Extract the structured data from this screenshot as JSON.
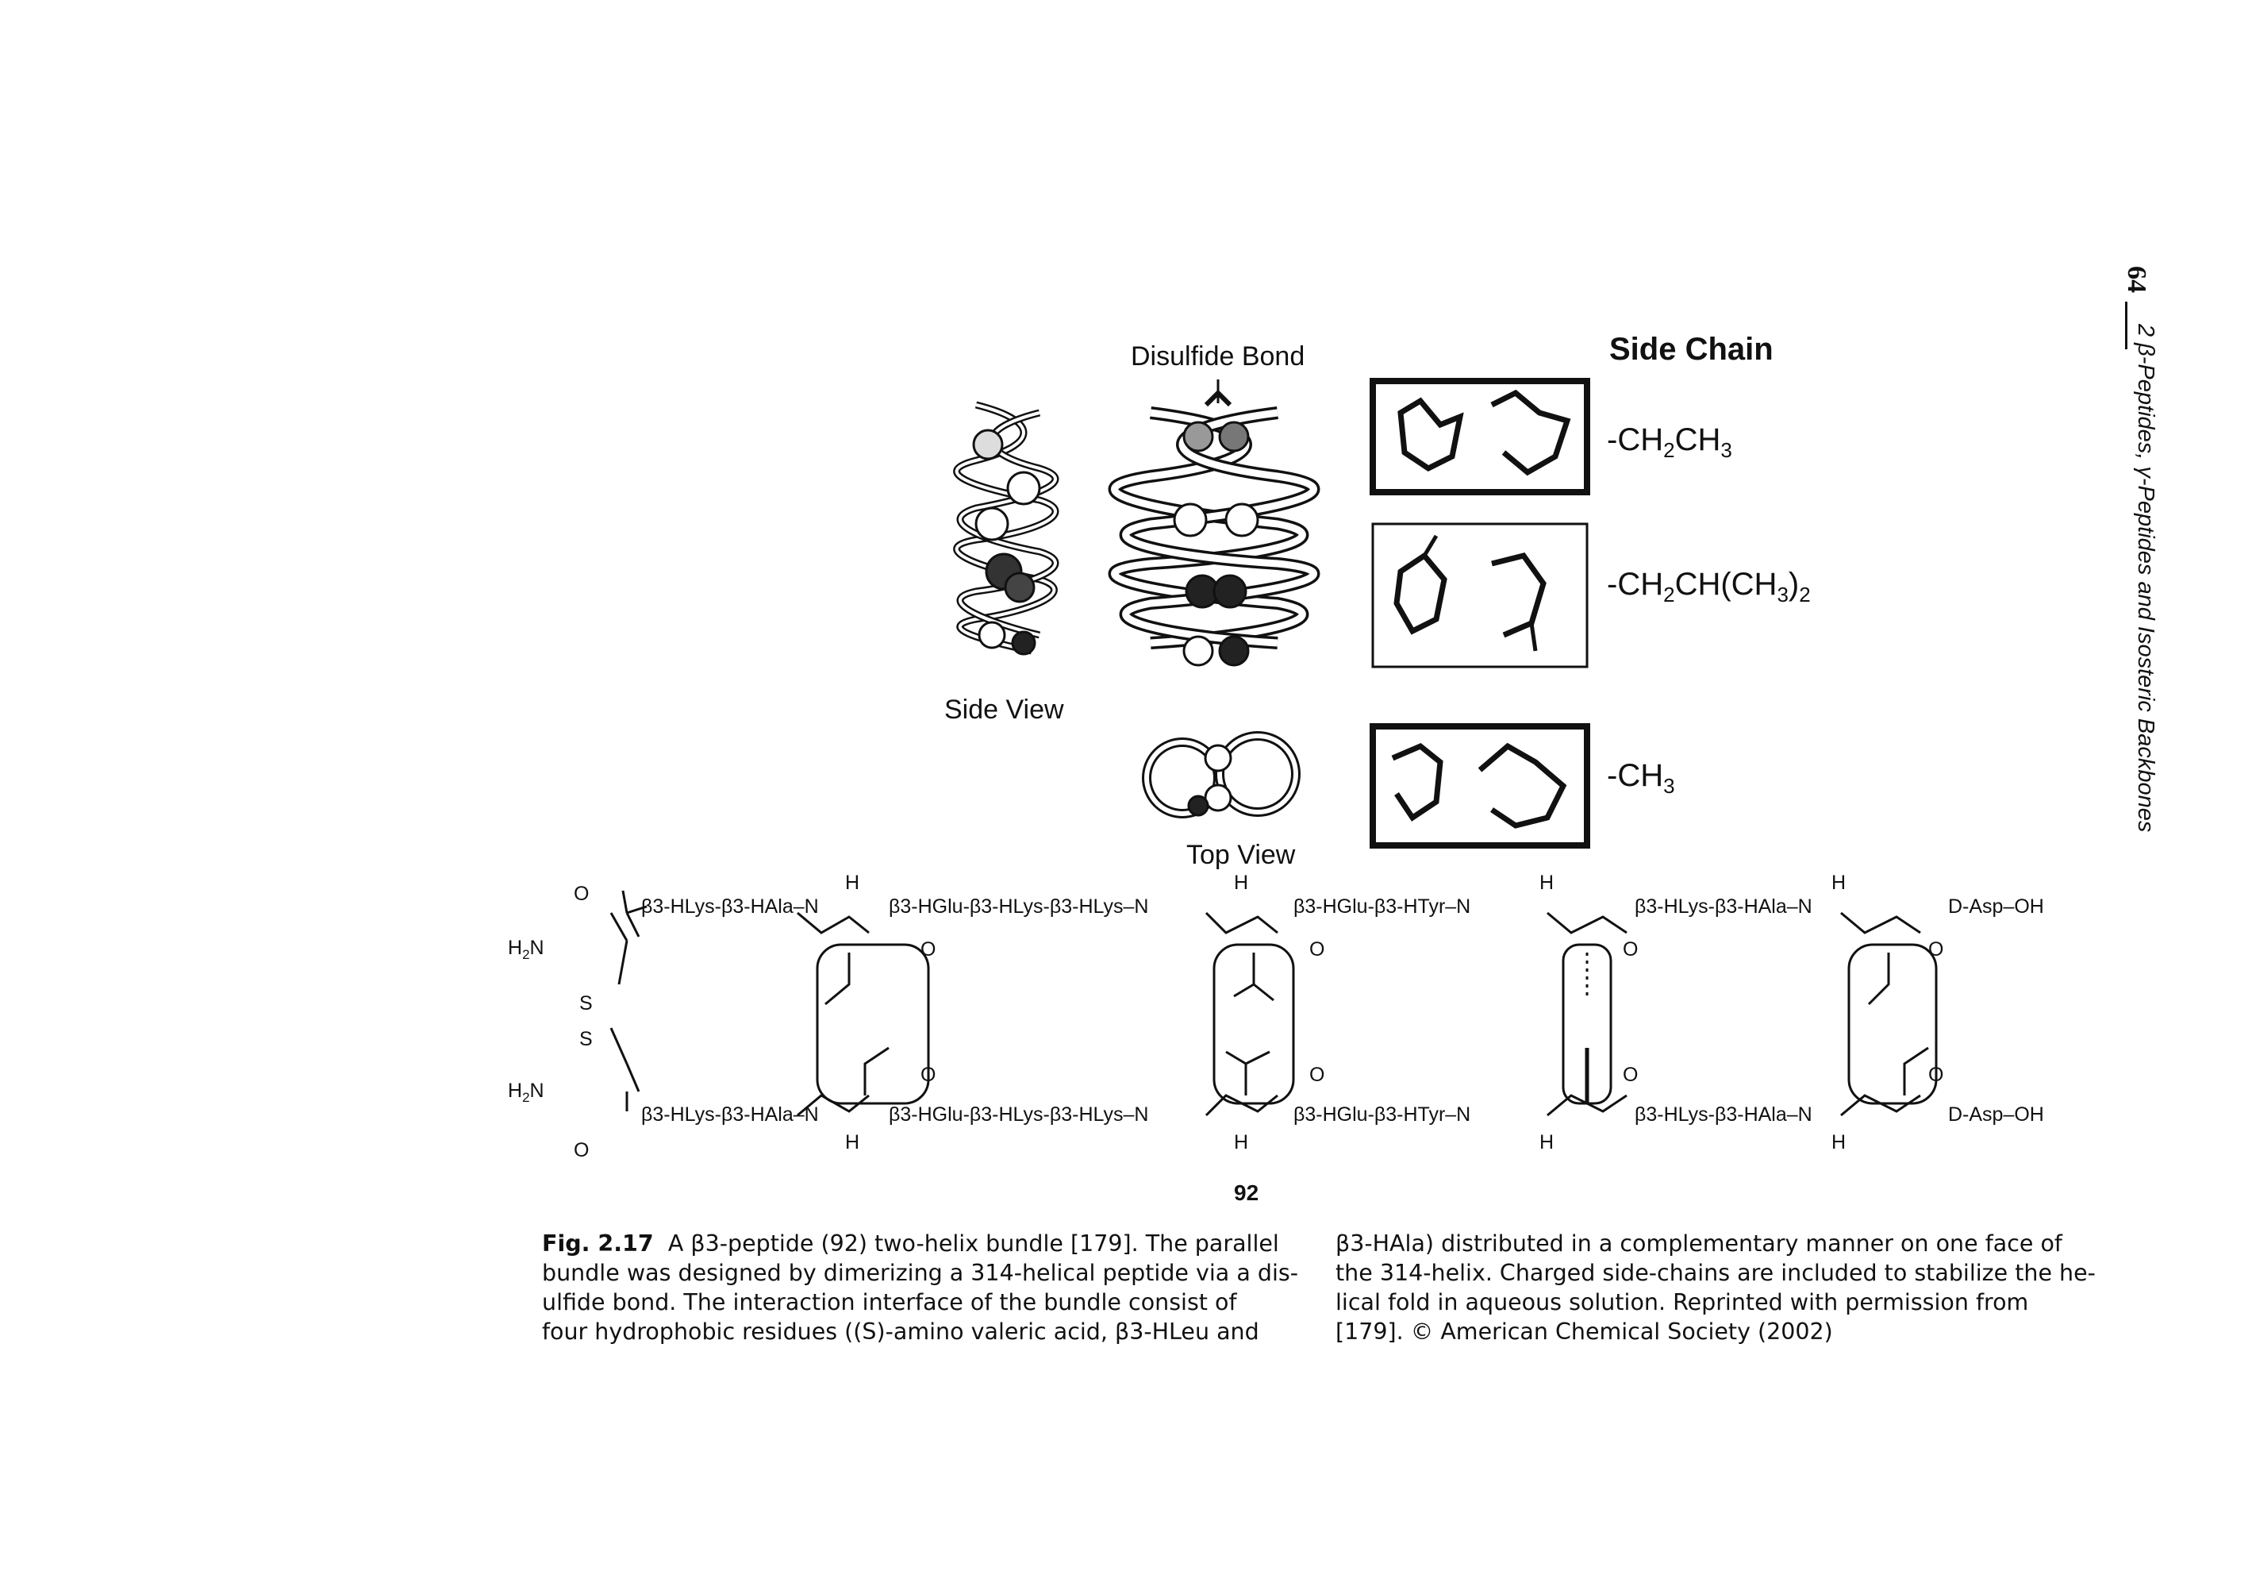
{
  "running_head": {
    "page_number": "64",
    "title": "2 β-Peptides, γ-Peptides and Isosteric Backbones"
  },
  "figure": {
    "labels": {
      "disulfide": "Disulfide Bond",
      "side_view": "Side View",
      "top_view": "Top View",
      "side_chain": "Side Chain"
    },
    "side_chains": [
      "-CH2CH3",
      "-CH2CH(CH3)2",
      "-CH3"
    ]
  },
  "scheme": {
    "compound_number": "92",
    "h2n_top": "H2N",
    "h2n_bottom": "H2N",
    "s1": "S",
    "s2": "S",
    "o_top": "O",
    "o_bottom": "O",
    "top_strand": {
      "seg1": "β3-HLys-β3-HAla–N",
      "seg2": "β3-HGlu-β3-HLys-β3-HLys–N",
      "seg3": "β3-HGlu-β3-HTyr–N",
      "seg4": "β3-HLys-β3-HAla–N",
      "end": "D-Asp–OH"
    },
    "bottom_strand": {
      "seg1": "β3-HLys-β3-HAla–N",
      "seg2": "β3-HGlu-β3-HLys-β3-HLys–N",
      "seg3": "β3-HGlu-β3-HTyr–N",
      "seg4": "β3-HLys-β3-HAla–N",
      "end": "D-Asp–OH"
    },
    "h_label": "H",
    "carbonyl_o": "O"
  },
  "caption": {
    "label": "Fig. 2.17",
    "left_lines": [
      "A β3-peptide (92) two-helix bundle [179]. The parallel",
      "bundle was designed by dimerizing a 314-helical peptide via a dis-",
      "ulfide bond. The interaction interface of the bundle consist of",
      "four hydrophobic residues ((S)-amino valeric acid, β3-HLeu and"
    ],
    "right_lines": [
      "β3-HAla) distributed in a complementary manner on one face of",
      "the 314-helix. Charged side-chains are included to stabilize the he-",
      "lical fold in aqueous solution. Reprinted with permission from",
      "[179]. © American Chemical Society (2002)"
    ]
  }
}
